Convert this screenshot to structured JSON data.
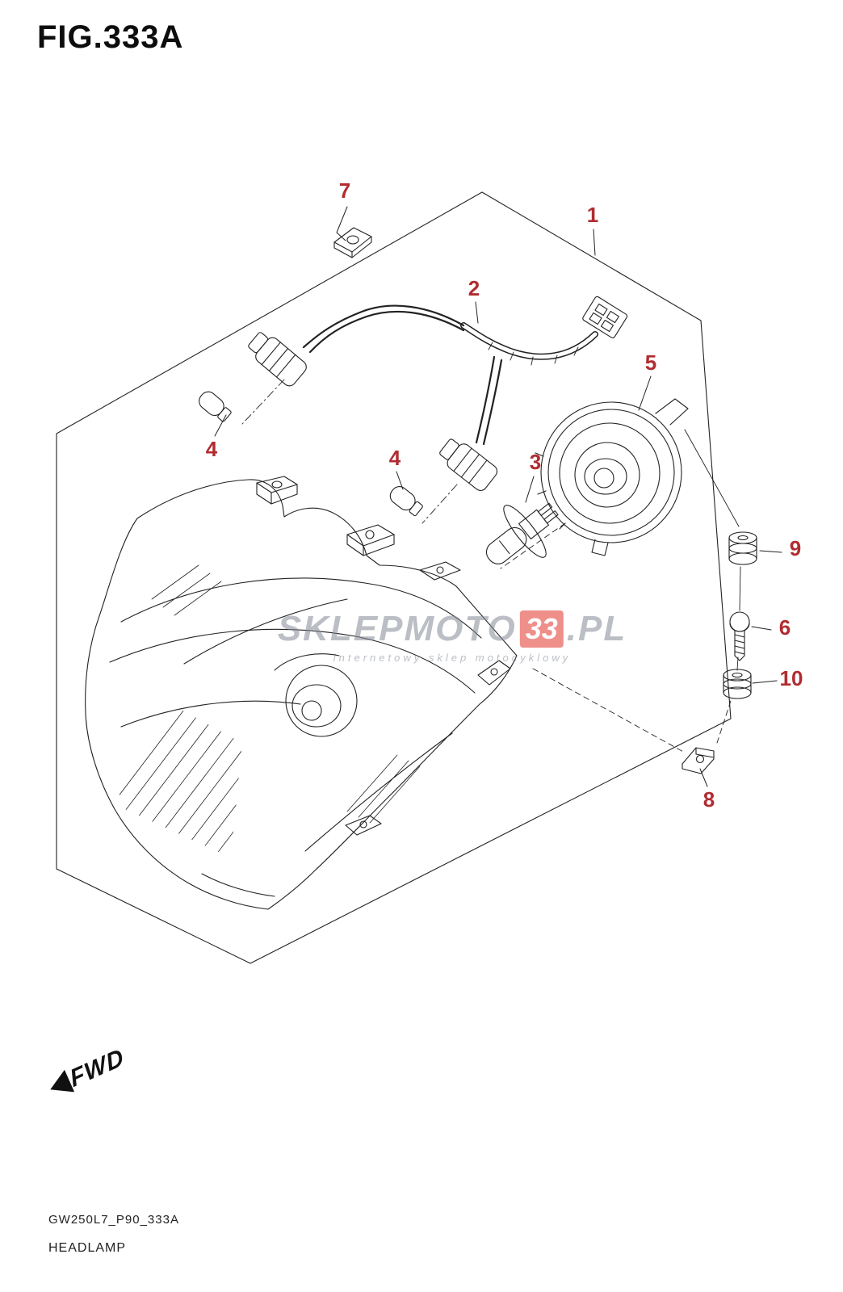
{
  "page": {
    "figure_title": "FIG.333A",
    "footer_code": "GW250L7_P90_333A",
    "footer_name": "HEADLAMP"
  },
  "fwd": {
    "label": "FWD"
  },
  "watermark": {
    "brand_prefix": "SKLEPMOTO",
    "brand_badge": "33",
    "brand_suffix": ".PL",
    "tagline": "internetowy sklep motocyklowy",
    "badge_color": "#e2342b",
    "text_color": "#858b96"
  },
  "diagram": {
    "type": "exploded-parts-diagram",
    "subject": "headlamp assembly",
    "line_color": "#222222",
    "callout_color": "#b02c30"
  },
  "callouts": {
    "c1": {
      "label": "1"
    },
    "c2": {
      "label": "2"
    },
    "c3": {
      "label": "3"
    },
    "c4a": {
      "label": "4"
    },
    "c4b": {
      "label": "4"
    },
    "c5": {
      "label": "5"
    },
    "c6": {
      "label": "6"
    },
    "c7": {
      "label": "7"
    },
    "c8": {
      "label": "8"
    },
    "c9": {
      "label": "9"
    },
    "c10": {
      "label": "10"
    }
  }
}
